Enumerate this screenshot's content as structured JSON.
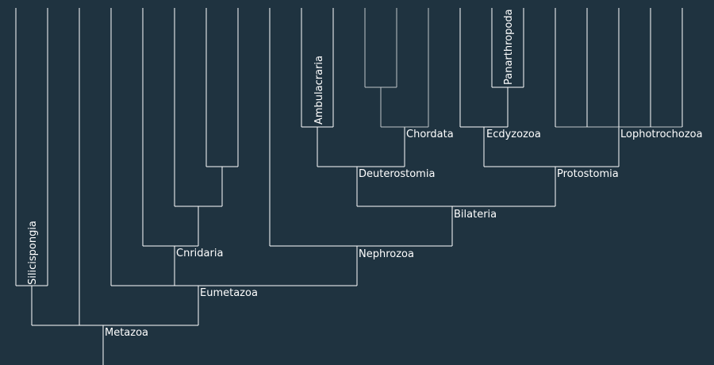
{
  "diagram": {
    "background_color": "#1f3340",
    "line_color": "#ffffff",
    "secondary_line_color": "#bfc5c9",
    "clade_labels": {
      "metazoa": "Metazoa",
      "silicispongia": "Silicispongia",
      "eumetazoa": "Eumetazoa",
      "cnidaria": "Cnridaria",
      "nephrozoa": "Nephrozoa",
      "bilateria": "Bilateria",
      "deuterostomia": "Deuterostomia",
      "ambulacraria": "Ambulacraria",
      "chordata": "Chordata",
      "protostomia": "Protostomia",
      "ecdyzozoa": "Ecdyzozoa",
      "panarthropoda": "Panarthropoda",
      "lophotrochozoa": "Lophotrochozoa"
    }
  }
}
